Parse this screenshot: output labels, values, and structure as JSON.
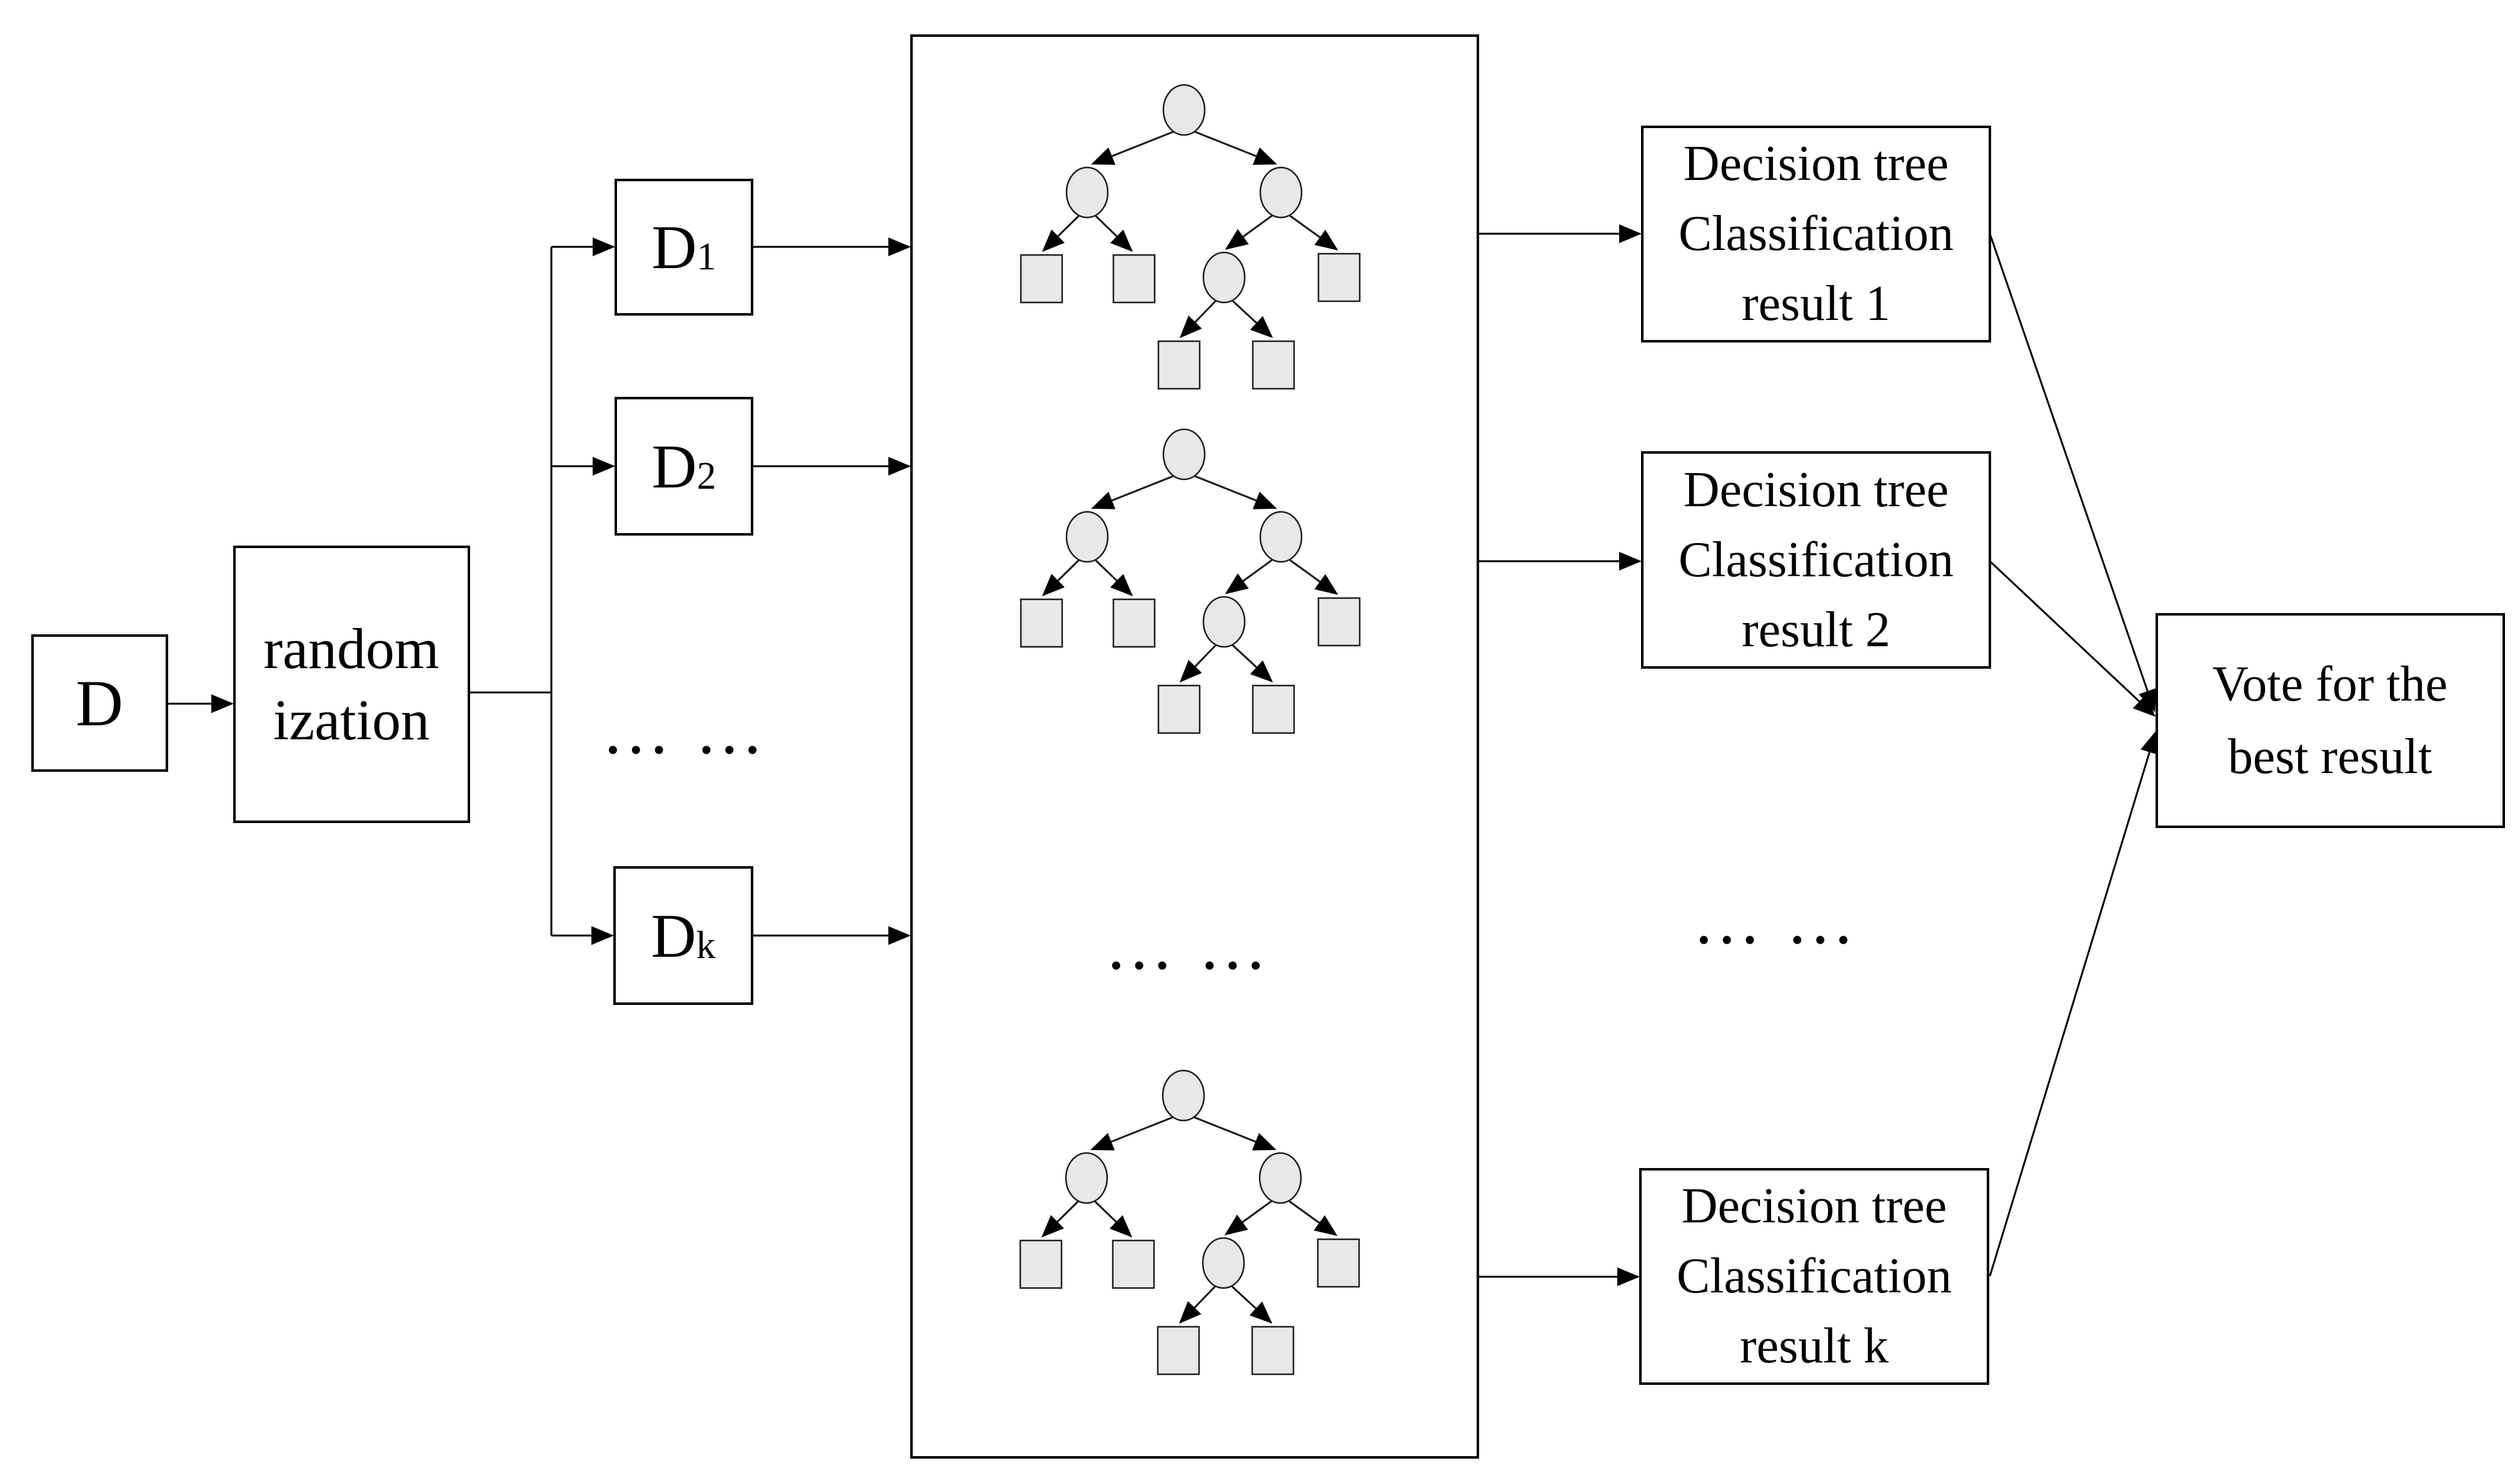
{
  "figure": {
    "description": "Random forest ensemble classification flow diagram"
  },
  "boxes": {
    "dataset": {
      "label": "D"
    },
    "randomization": {
      "lines": [
        "random",
        "ization"
      ]
    },
    "subsets": [
      {
        "base": "D",
        "sub": "1"
      },
      {
        "base": "D",
        "sub": "2"
      },
      {
        "base": "D",
        "sub": "k"
      }
    ],
    "results": [
      {
        "lines": [
          "Decision tree",
          "Classification",
          "result 1"
        ]
      },
      {
        "lines": [
          "Decision tree",
          "Classification",
          "result 2"
        ]
      },
      {
        "lines": [
          "Decision tree",
          "Classification",
          "result k"
        ]
      }
    ],
    "vote": {
      "lines": [
        "Vote for the",
        "best result"
      ]
    }
  },
  "gaps": {
    "subsets": "… …",
    "trees": "… …",
    "results": "… …"
  },
  "colors": {
    "background": "#ffffff",
    "stroke": "#000000",
    "node_fill": "#e8e8e8",
    "node_stroke": "#1f1f1f"
  }
}
